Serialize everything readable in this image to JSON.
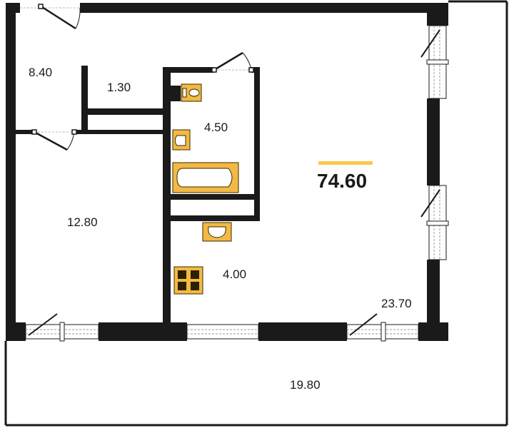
{
  "plan": {
    "total_area": "74.60",
    "rooms": [
      {
        "id": "hall",
        "area": "8.40"
      },
      {
        "id": "closet",
        "area": "1.30"
      },
      {
        "id": "bathroom",
        "area": "4.50"
      },
      {
        "id": "bedroom",
        "area": "12.80"
      },
      {
        "id": "kitchen",
        "area": "4.00"
      },
      {
        "id": "living",
        "area": "23.70"
      },
      {
        "id": "balcony",
        "area": "19.80"
      }
    ]
  },
  "colors": {
    "wall": "#1a1a1a",
    "fixture_fill": "#f3b944",
    "fixture_stroke": "#3a2a00",
    "accent_bar": "#f7c94a"
  }
}
